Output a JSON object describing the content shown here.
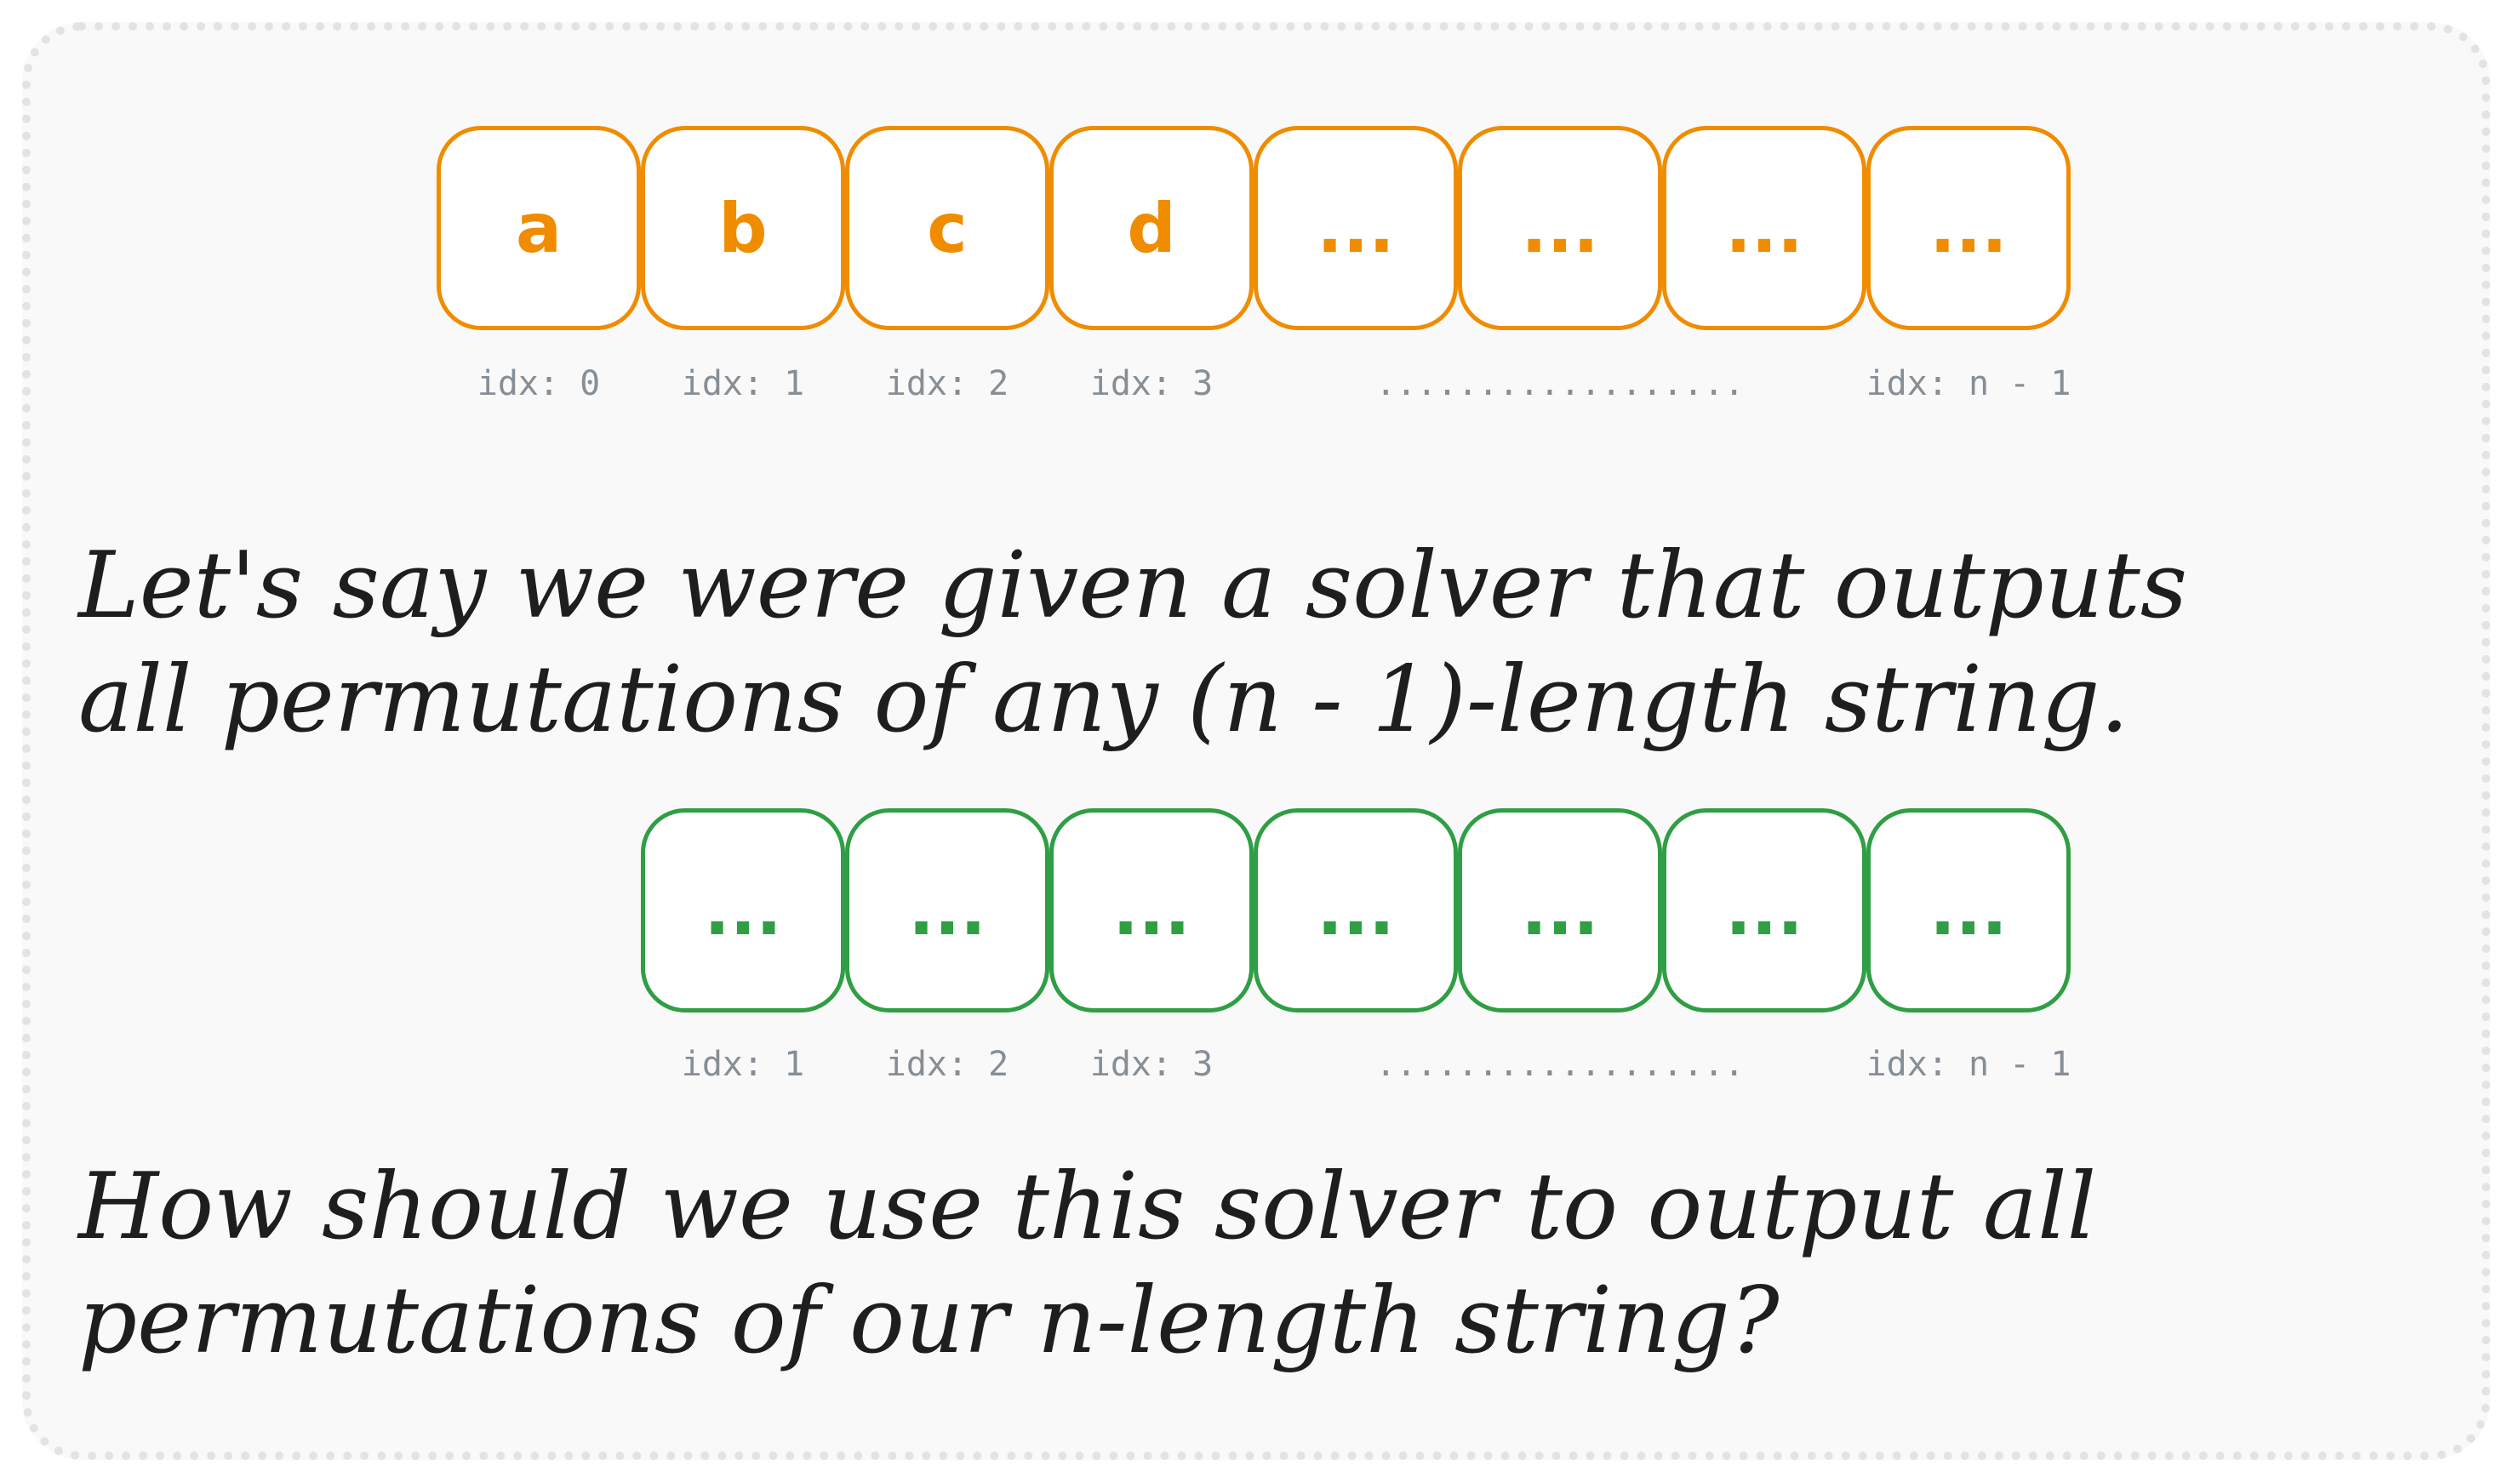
{
  "top_row": {
    "cells": [
      "a",
      "b",
      "c",
      "d",
      "...",
      "...",
      "...",
      "..."
    ],
    "color": "#f08c00",
    "indices": [
      "idx: 0",
      "idx: 1",
      "idx: 2",
      "idx: 3",
      "..................",
      "idx: n - 1"
    ]
  },
  "statement": {
    "line1": "Let's say we were given a solver that outputs",
    "line2": "all permutations of any (n - 1)-length string."
  },
  "bottom_row": {
    "cells": [
      "...",
      "...",
      "...",
      "...",
      "...",
      "...",
      "..."
    ],
    "color": "#2f9e44",
    "indices": [
      "idx: 1",
      "idx: 2",
      "idx: 3",
      "..................",
      "idx: n - 1"
    ]
  },
  "question": {
    "line1": "How should we use this solver to output all",
    "line2": "permutations of our n-length string?"
  }
}
